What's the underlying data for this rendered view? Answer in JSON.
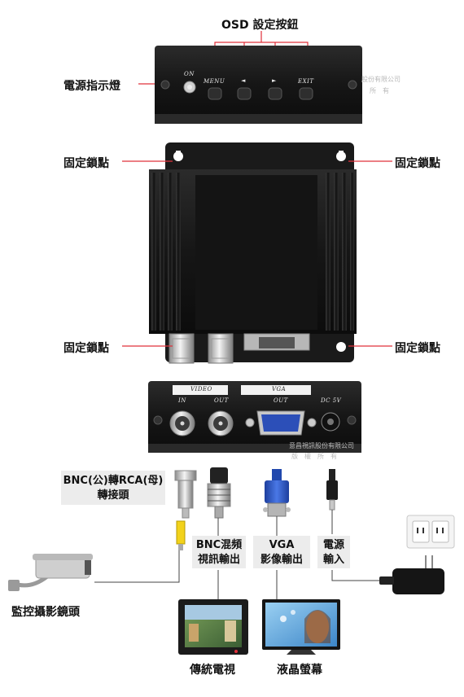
{
  "labels": {
    "osd": "OSD 設定按鈕",
    "power_led": "電源指示燈",
    "mount_tl": "固定鎖點",
    "mount_tr": "固定鎖點",
    "mount_bl": "固定鎖點",
    "mount_br": "固定鎖點",
    "adapter_line1": "BNC(公)轉RCA(母)",
    "adapter_line2": "轉接頭",
    "bnc_line1": "BNC混頻",
    "bnc_line2": "視訊輸出",
    "vga_line1": "VGA",
    "vga_line2": "影像輸出",
    "pwr_line1": "電源",
    "pwr_line2": "輸入",
    "camera": "監控攝影鏡頭",
    "tv": "傳統電視",
    "lcd": "液晶螢幕"
  },
  "front_panel": {
    "on": "ON",
    "menu": "MENU",
    "left": "◄",
    "right": "►",
    "exit": "EXIT"
  },
  "back_panel": {
    "video": "VIDEO",
    "vga": "VGA",
    "in": "IN",
    "out": "OUT",
    "vga_out": "OUT",
    "dc": "DC 5V"
  },
  "watermarks": {
    "top_line1": "股份有限公司",
    "top_line2": "所　有",
    "bottom_line1": "意昌視訊股份有限公司",
    "bottom_line2": "版　權　所　有"
  },
  "colors": {
    "callout_line": "#e0303a",
    "device_body": "#1b1b1b",
    "vga_blue": "#2a55c8",
    "rca_yellow": "#f2d21b"
  }
}
